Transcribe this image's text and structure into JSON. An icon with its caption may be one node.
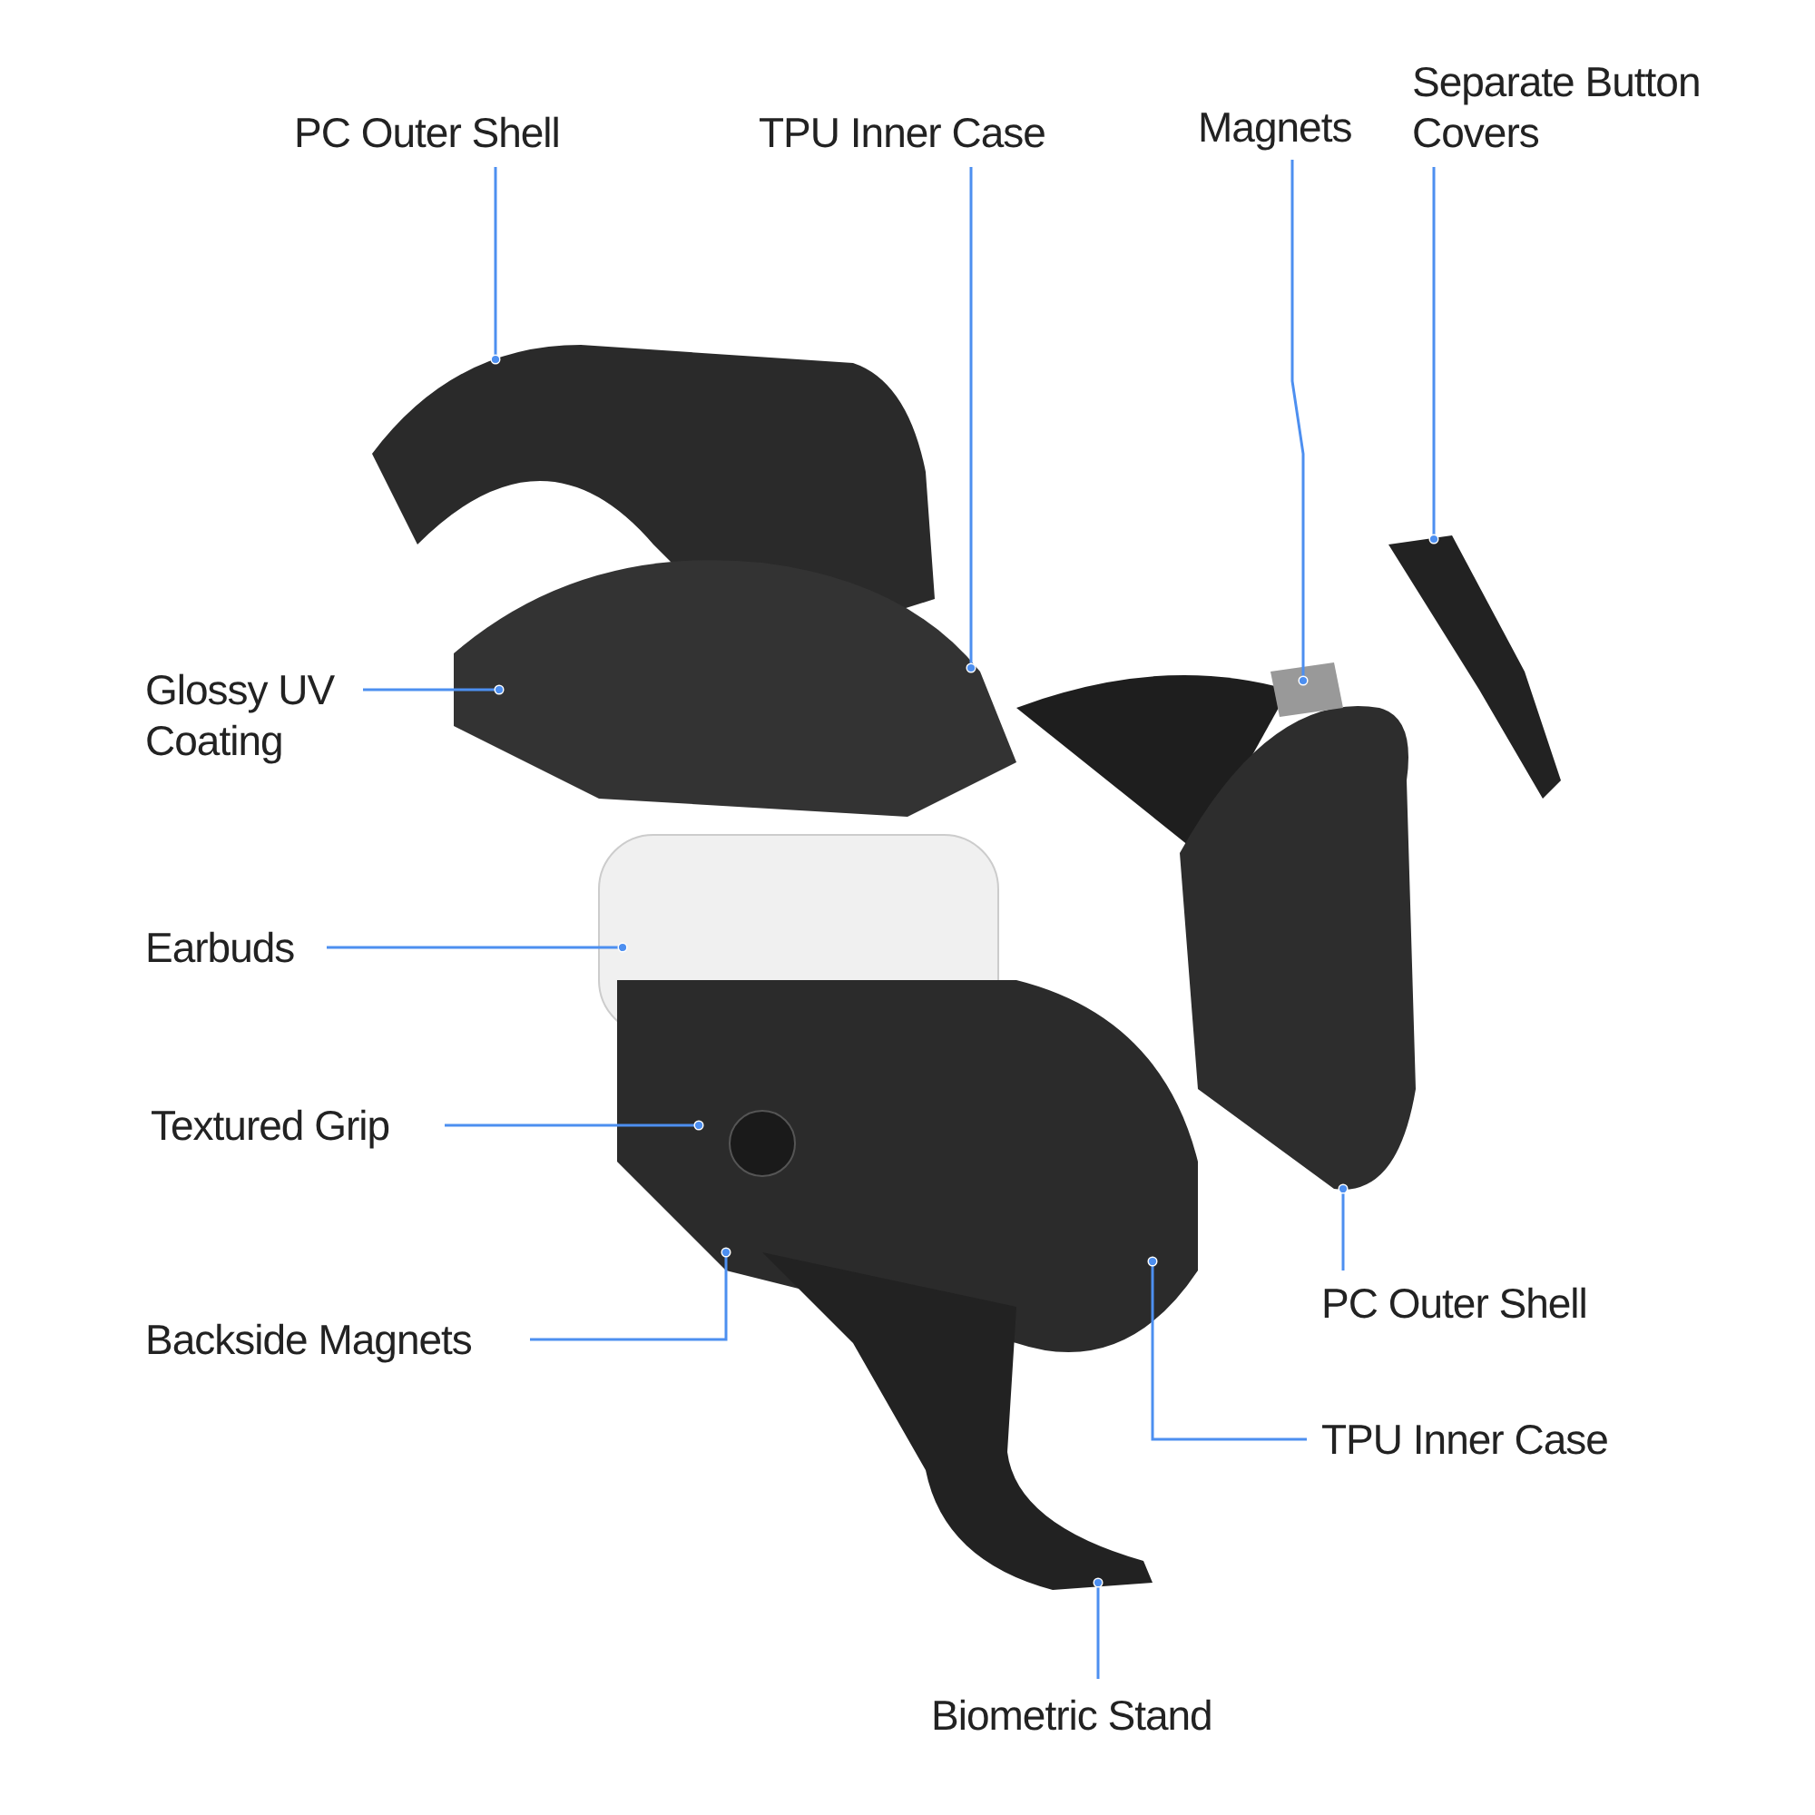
{
  "diagram": {
    "nodes": [
      {
        "text": [
          "PC Outer Shell"
        ]
      },
      {
        "text": [
          "TPU Inner Case"
        ]
      },
      {
        "text": [
          "Magnets"
        ]
      },
      {
        "text": [
          "Separate Button Covers"
        ]
      },
      {
        "text": [
          "Glossy UV Coating"
        ]
      },
      {
        "text": [
          "Earbuds"
        ]
      },
      {
        "text": [
          "Textured Grip"
        ]
      },
      {
        "text": [
          "Backside Magnets"
        ]
      },
      {
        "text": [
          "PC Outer Shell"
        ]
      },
      {
        "text": [
          "TPU Inner Case"
        ]
      },
      {
        "text": [
          "Biometric Stand"
        ]
      }
    ],
    "edges": [
      {
        "from": 0,
        "to": null,
        "arrow": "other"
      },
      {
        "from": 1,
        "to": null,
        "arrow": "other"
      },
      {
        "from": 2,
        "to": null,
        "arrow": "other"
      },
      {
        "from": 3,
        "to": null,
        "arrow": "other"
      },
      {
        "from": 4,
        "to": null,
        "arrow": "other"
      },
      {
        "from": 5,
        "to": null,
        "arrow": "other"
      },
      {
        "from": 6,
        "to": null,
        "arrow": "other"
      },
      {
        "from": 7,
        "to": null,
        "arrow": "other"
      },
      {
        "from": 8,
        "to": null,
        "arrow": "other"
      },
      {
        "from": 9,
        "to": null,
        "arrow": "other"
      },
      {
        "from": 10,
        "to": null,
        "arrow": "other"
      }
    ]
  }
}
